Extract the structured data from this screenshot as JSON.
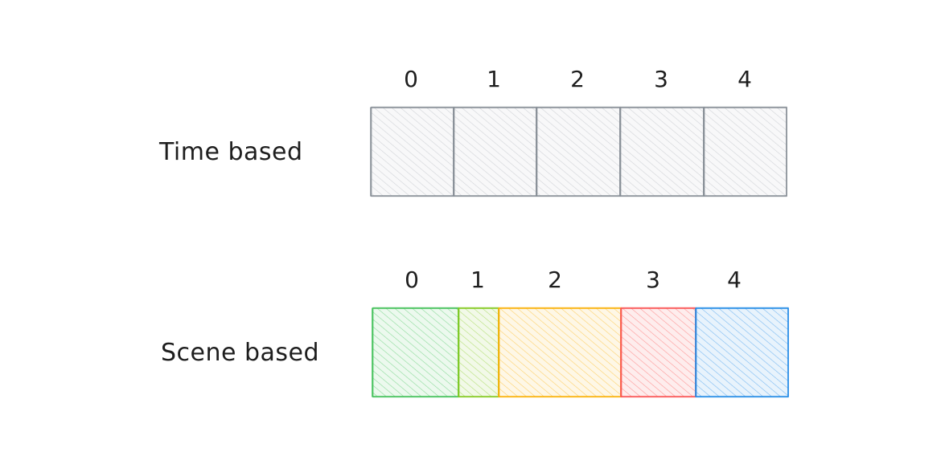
{
  "rows": [
    {
      "label": "Time based",
      "segments": [
        {
          "index": "0",
          "color": "#868e96"
        },
        {
          "index": "1",
          "color": "#868e96"
        },
        {
          "index": "2",
          "color": "#868e96"
        },
        {
          "index": "3",
          "color": "#868e96"
        },
        {
          "index": "4",
          "color": "#868e96"
        }
      ]
    },
    {
      "label": "Scene based",
      "segments": [
        {
          "index": "0",
          "color": "#40c057"
        },
        {
          "index": "1",
          "color": "#82c91e"
        },
        {
          "index": "2",
          "color": "#fab005"
        },
        {
          "index": "3",
          "color": "#fa5252"
        },
        {
          "index": "4",
          "color": "#228be6"
        }
      ]
    }
  ]
}
